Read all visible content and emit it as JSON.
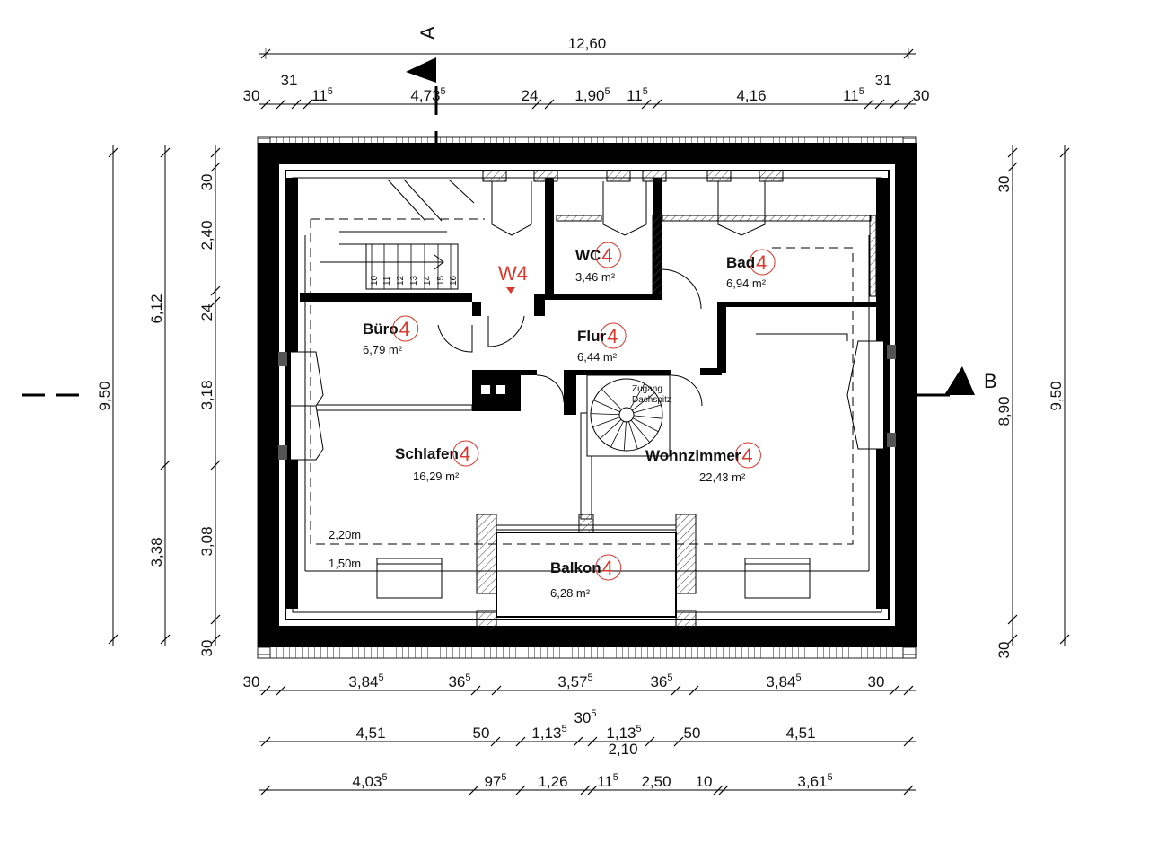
{
  "sections": {
    "a": "A",
    "b": "B"
  },
  "window_marker": "W4",
  "rooms": [
    {
      "key": "wc",
      "name": "WC",
      "area": "3,46 m²",
      "badge": "4"
    },
    {
      "key": "bad",
      "name": "Bad",
      "area": "6,94 m²",
      "badge": "4"
    },
    {
      "key": "buero",
      "name": "Büro",
      "area": "6,79 m²",
      "badge": "4"
    },
    {
      "key": "flur",
      "name": "Flur",
      "area": "6,44 m²",
      "badge": "4"
    },
    {
      "key": "schlafen",
      "name": "Schlafen",
      "area": "16,29 m²",
      "badge": "4"
    },
    {
      "key": "wohnen",
      "name": "Wohnzimmer",
      "area": "22,43 m²",
      "badge": "4"
    },
    {
      "key": "balkon",
      "name": "Balkon",
      "area": "6,28 m²",
      "badge": "4"
    }
  ],
  "stair_note": [
    "Zugang",
    "Dachspitz"
  ],
  "stair_steps": [
    "10",
    "11",
    "12",
    "13",
    "14",
    "15",
    "16"
  ],
  "height_lines": [
    "2,20m",
    "1,50m"
  ],
  "dims_top": {
    "overall": "12,60",
    "chain": [
      {
        "v": "30"
      },
      {
        "v": "31"
      },
      {
        "v": "11",
        "s": "5"
      },
      {
        "v": "4,73",
        "s": "5"
      },
      {
        "v": "24"
      },
      {
        "v": "1,90",
        "s": "5"
      },
      {
        "v": "11",
        "s": "5"
      },
      {
        "v": "4,16"
      },
      {
        "v": "11",
        "s": "5"
      },
      {
        "v": "31"
      },
      {
        "v": "30"
      }
    ]
  },
  "dims_left": {
    "overall": "9,50",
    "mid": [
      "6,12",
      "3,38"
    ],
    "chain": [
      "30",
      "2,40",
      "24",
      "3,18",
      "3,08",
      "30"
    ]
  },
  "dims_right": {
    "overall": "9,50",
    "inner": "8,90",
    "chain": [
      "30",
      "30"
    ]
  },
  "dims_bottom_1": [
    {
      "v": "30"
    },
    {
      "v": "3,84",
      "s": "5"
    },
    {
      "v": "36",
      "s": "5"
    },
    {
      "v": "3,57",
      "s": "5"
    },
    {
      "v": "36",
      "s": "5"
    },
    {
      "v": "3,84",
      "s": "5"
    },
    {
      "v": "30"
    }
  ],
  "dims_bottom_2": [
    {
      "v": "4,51"
    },
    {
      "v": "50"
    },
    {
      "v": "1,13",
      "s": "5"
    },
    {
      "v": "30",
      "s": "5"
    },
    {
      "v": "1,13",
      "s": "5"
    },
    {
      "v": "2,10"
    },
    {
      "v": "50"
    },
    {
      "v": "4,51"
    }
  ],
  "dims_bottom_3": [
    {
      "v": "4,03",
      "s": "5"
    },
    {
      "v": "97",
      "s": "5"
    },
    {
      "v": "1,26"
    },
    {
      "v": "11",
      "s": "5"
    },
    {
      "v": "2,50"
    },
    {
      "v": "10"
    },
    {
      "v": "3,61",
      "s": "5"
    }
  ],
  "colors": {
    "wall": "#000000",
    "marker": "#d9382b",
    "line": "#111111"
  }
}
